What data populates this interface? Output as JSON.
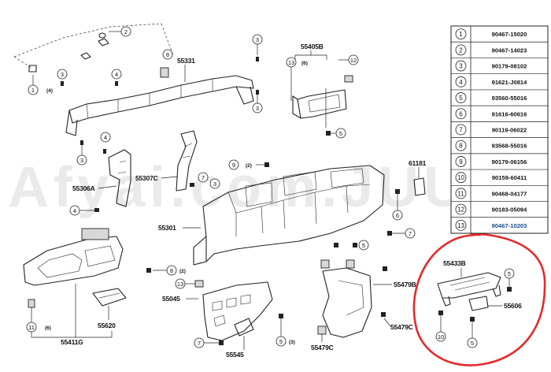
{
  "watermark": "Afyai.com.JUU",
  "parts_table": [
    {
      "num": "1",
      "part": "90467-15020"
    },
    {
      "num": "2",
      "part": "90467-14023"
    },
    {
      "num": "3",
      "part": "90179-08102"
    },
    {
      "num": "4",
      "part": "91621-J0814"
    },
    {
      "num": "5",
      "part": "93560-55016"
    },
    {
      "num": "6",
      "part": "91616-60616"
    },
    {
      "num": "7",
      "part": "90119-06022"
    },
    {
      "num": "8",
      "part": "93568-55016"
    },
    {
      "num": "9",
      "part": "90179-06156"
    },
    {
      "num": "10",
      "part": "90159-60411"
    },
    {
      "num": "11",
      "part": "90468-04177"
    },
    {
      "num": "12",
      "part": "90183-05094"
    },
    {
      "num": "13",
      "part": "90467-10203"
    }
  ],
  "part_labels": {
    "p55331": "55331",
    "p55405b": "55405B",
    "p55306a": "55306A",
    "p55307c": "55307C",
    "p61181": "61181",
    "p55301": "55301",
    "p55433b": "55433B",
    "p55045": "55045",
    "p55479b": "55479B",
    "p55620": "55620",
    "p55411g": "55411G",
    "p55545": "55545",
    "p55479c_a": "55479C",
    "p55479c_b": "55479C",
    "p55606": "55606"
  },
  "qty_labels": {
    "q1": "(4)",
    "q13": "(6)",
    "q9": "(2)",
    "q11": "(6)",
    "q5": "(3)"
  },
  "callouts": {
    "c1": "1",
    "c2": "2",
    "c3a": "3",
    "c3b": "3",
    "c3c": "3",
    "c3d": "3",
    "c3e": "3",
    "c4a": "4",
    "c4b": "4",
    "c4c": "4",
    "c5a": "5",
    "c5b": "5",
    "c5c": "5",
    "c5d": "5",
    "c5e": "5",
    "c6": "6",
    "c7a": "7",
    "c7b": "7",
    "c8a": "8",
    "c8b": "8",
    "c9": "9",
    "c10": "10",
    "c11": "11",
    "c12": "12",
    "c13a": "13",
    "c13b": "13"
  }
}
